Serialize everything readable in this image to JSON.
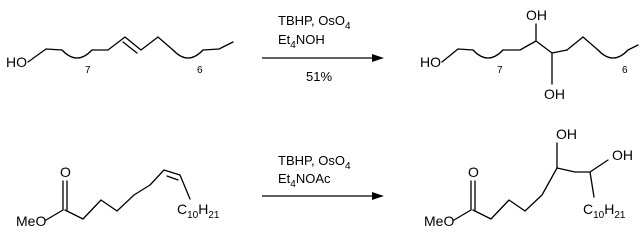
{
  "reactions": [
    {
      "reactant": {
        "label_ho": "HO",
        "repeat_1": "7",
        "repeat_2": "6"
      },
      "conditions": {
        "line_1": "TBHP, OsO",
        "line_1_sub": "4",
        "line_2_a": "Et",
        "line_2_sub": "4",
        "line_2_b": "NOH",
        "yield": "51%"
      },
      "product": {
        "label_ho": "HO",
        "label_oh_top": "OH",
        "label_oh_bottom": "OH",
        "repeat_1": "7",
        "repeat_2": "6"
      }
    },
    {
      "reactant": {
        "label_meo": "MeO",
        "label_o": "O",
        "substituent_c": "C",
        "substituent_c_sub": "10",
        "substituent_h": "H",
        "substituent_h_sub": "21"
      },
      "conditions": {
        "line_1": "TBHP, OsO",
        "line_1_sub": "4",
        "line_2_a": "Et",
        "line_2_sub": "4",
        "line_2_b": "NOAc"
      },
      "product": {
        "label_meo": "MeO",
        "label_o": "O",
        "label_oh_1": "OH",
        "label_oh_2": "OH",
        "substituent_c": "C",
        "substituent_c_sub": "10",
        "substituent_h": "H",
        "substituent_h_sub": "21"
      }
    }
  ]
}
